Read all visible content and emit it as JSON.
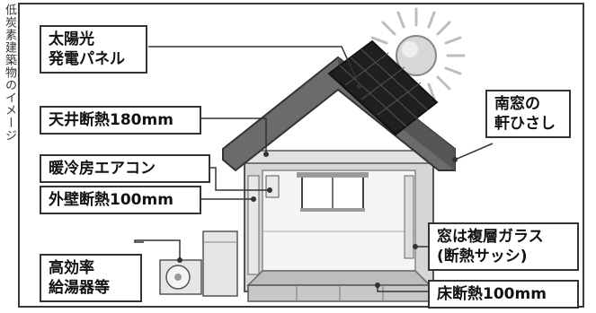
{
  "side_caption": "低炭素建築物のイメージ",
  "labels": {
    "solar_panel": {
      "line1": "太陽光",
      "line2": "発電パネル"
    },
    "ceiling_insulation": "天井断熱180mm",
    "air_conditioner": "暖冷房エアコン",
    "wall_insulation": "外壁断熱100mm",
    "water_heater": {
      "line1": "高効率",
      "line2": "給湯器等"
    },
    "south_eaves": {
      "line1": "南窓の",
      "line2": "軒ひさし"
    },
    "double_glass": {
      "line1": "窓は複層ガラス",
      "line2": "(断熱サッシ)"
    },
    "floor_insulation": "床断熱100mm"
  },
  "colors": {
    "roof": "#6b6b6b",
    "roof_dark": "#4a4a4a",
    "panel": "#1e1e1e",
    "wall": "#d6d6d6",
    "interior": "#f4f4f4",
    "line": "#333333",
    "sun": "#cfcfcf"
  },
  "icons": [
    "sun-icon",
    "solar-panel-icon",
    "window-icon",
    "ac-outdoor-unit-icon"
  ]
}
